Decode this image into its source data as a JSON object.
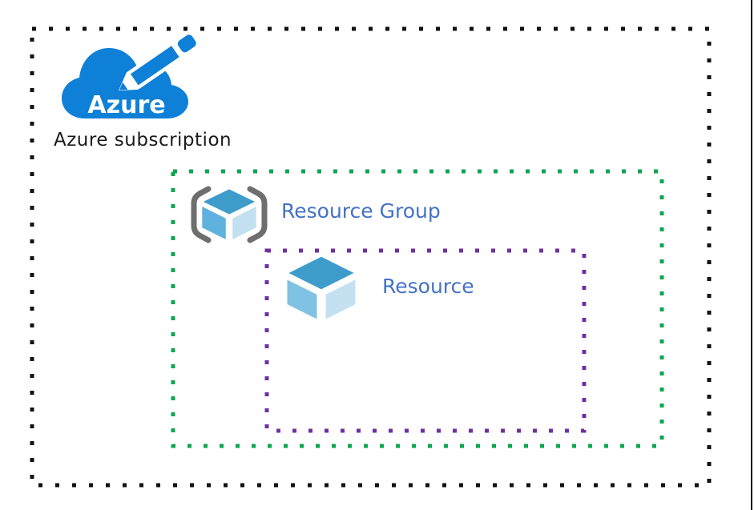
{
  "subscription": {
    "logo_text": "Azure",
    "label": "Azure subscription",
    "logo_icon": "azure-cloud-pencil-icon",
    "logo_color": "#0F80D7",
    "border_color": "#111111"
  },
  "resource_group": {
    "label": "Resource Group",
    "label_color": "#4472C4",
    "border_color": "#0CA64F",
    "icon": "resource-group-cube-brackets-icon",
    "icon_colors": {
      "top": "#3E9CCB",
      "left": "#5FB2DD",
      "right": "#C2E0F0",
      "brackets": "#6E6E6E"
    }
  },
  "resource": {
    "label": "Resource",
    "label_color": "#4472C4",
    "border_color": "#7030A0",
    "icon": "resource-cube-icon",
    "icon_colors": {
      "top": "#3E9CCB",
      "left": "#7FC2E4",
      "right": "#C3E1F1"
    }
  }
}
